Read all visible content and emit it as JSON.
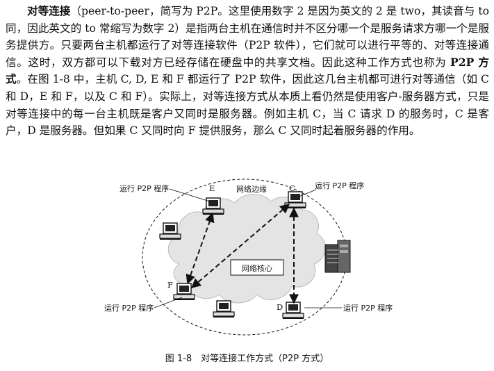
{
  "paragraph": {
    "term": "对等连接",
    "p1": "（peer-to-peer，简写为 P2P。这里使用数字 2 是因为英文的 2 是 two，其读音与 to 同，因此英文的 to 常缩写为数字 2）是指两台主机在通信时并不区分哪一个是服务请求方哪一个是服务提供方。只要两台主机都运行了对等连接软件（P2P 软件），它们就可以进行平等的、对等连接通信。这时，双方都可以下载对方已经存储在硬盘中的共享文档。因此这种工作方式也称为 ",
    "bold2": "P2P 方式",
    "p2": "。在图 1-8 中，主机 C, D, E 和 F 都运行了 P2P 软件，因此这几台主机都可进行对等通信（如 C 和 D，E 和 F，以及 C 和 F）。实际上，对等连接方式从本质上看仍然是使用客户-服务器方式，只是对等连接中的每一台主机既是客户又同时是服务器。例如主机 C，当 C 请求 D 的服务时，C 是客户，D 是服务器。但如果 C 又同时向 F 提供服务，那么 C 又同时起着服务器的作用。"
  },
  "figure": {
    "edge_label": "网络边缘",
    "core_label": "网络核心",
    "p2p_label": "运行 P2P 程序",
    "host_c": "C",
    "host_d": "D",
    "host_e": "E",
    "host_f": "F"
  },
  "caption": "图 1-8　对等连接工作方式（P2P 方式）"
}
